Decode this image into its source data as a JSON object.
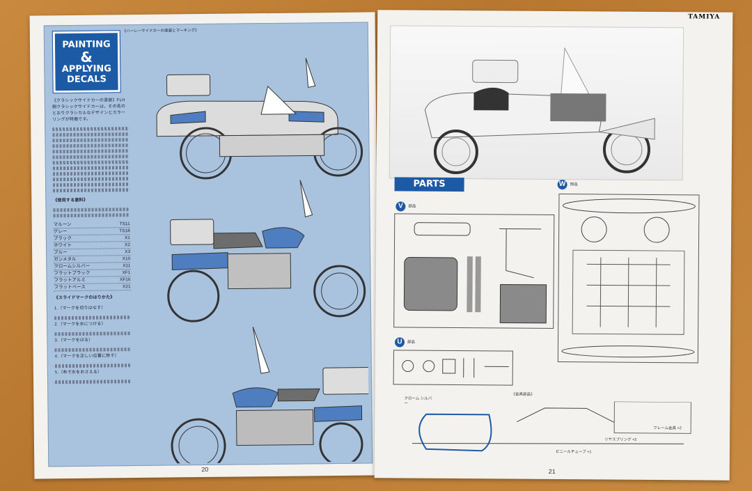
{
  "left_page": {
    "title_line1": "PAINTING",
    "title_amp": "&",
    "title_line2": "APPLYING",
    "title_line3": "DECALS",
    "page_number": "20",
    "header_note": "《ハーレーサイドカーの塗装とマーキング》",
    "body_para1": "《クラシックサイドカーの塗装》FLH側クラシックサイドカーは、その名のとおりクラシカルなデザインとカラーリングが特徴です。",
    "paints_header": "《使用する塗料》",
    "paints": [
      {
        "name": "マルーン",
        "code": "TS11"
      },
      {
        "name": "グレー",
        "code": "TS18"
      },
      {
        "name": "ブラック",
        "code": "X1"
      },
      {
        "name": "ホワイト",
        "code": "X2"
      },
      {
        "name": "ブルー",
        "code": "X3"
      },
      {
        "name": "ガンメタル",
        "code": "X10"
      },
      {
        "name": "クロームシルバー",
        "code": "X11"
      },
      {
        "name": "フラットブラック",
        "code": "XF1"
      },
      {
        "name": "フラットアルミ",
        "code": "XF16"
      },
      {
        "name": "フラットベース",
        "code": "X21"
      }
    ],
    "decal_header": "《スライドマークのはりかた》",
    "steps": [
      "1.（マークを切りはなす）",
      "2.（マークを水につける）",
      "3.（マークをはる）",
      "4.（マークを正しい位置に移す）",
      "5.（布で水をおさえる）"
    ]
  },
  "right_page": {
    "brand": "TAMIYA",
    "page_number": "21",
    "parts_banner": "PARTS",
    "parts_groups": [
      {
        "letter": "V",
        "label": "部品"
      },
      {
        "letter": "W",
        "label": "部品"
      },
      {
        "letter": "U",
        "label": "部品"
      }
    ],
    "misc_label": "《金具部品》",
    "rear_spring_label": "リヤスプリング ×2",
    "frame_label": "フレーム金具 ×2",
    "vinyl_tube_label": "ビニールチューブ ×1",
    "chrome_label": "クローム シルバー"
  }
}
